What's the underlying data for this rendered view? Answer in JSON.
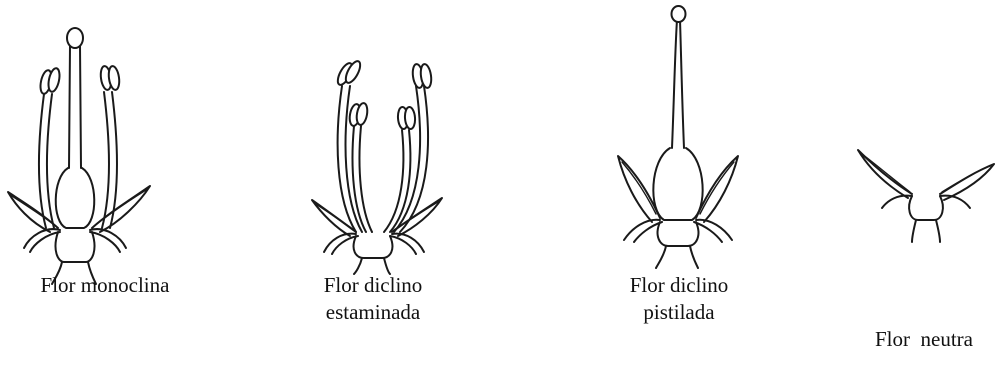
{
  "figures": [
    {
      "id": "monoclina",
      "caption_lines": [
        "Flor monoclina"
      ]
    },
    {
      "id": "estaminada",
      "caption_lines": [
        "Flor diclino",
        "estaminada"
      ]
    },
    {
      "id": "pistilada",
      "caption_lines": [
        "Flor diclino",
        "pistilada"
      ]
    },
    {
      "id": "neutra",
      "caption_lines": [
        "Flor  neutra"
      ]
    }
  ]
}
